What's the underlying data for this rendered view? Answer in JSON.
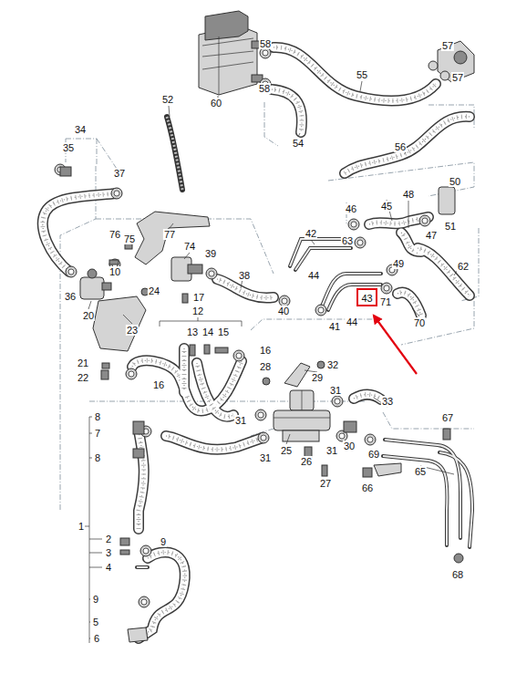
{
  "diagram": {
    "nodes": [
      {
        "text": [
          "43"
        ]
      }
    ],
    "labels": [
      "58",
      "57",
      "57",
      "55",
      "58",
      "60",
      "52",
      "54",
      "56",
      "34",
      "35",
      "37",
      "50",
      "48",
      "46",
      "45",
      "51",
      "77",
      "76",
      "75",
      "42",
      "63",
      "47",
      "74",
      "39",
      "10",
      "62",
      "49",
      "38",
      "44",
      "36",
      "24",
      "17",
      "71",
      "40",
      "44",
      "41",
      "20",
      "70",
      "12",
      "23",
      "13",
      "14",
      "15",
      "16",
      "21",
      "32",
      "28",
      "29",
      "22",
      "16",
      "31",
      "33",
      "8",
      "67",
      "31",
      "30",
      "7",
      "25",
      "31",
      "31",
      "26",
      "69",
      "8",
      "65",
      "66",
      "27",
      "1",
      "2",
      "9",
      "3",
      "4",
      "68",
      "9",
      "5",
      "6"
    ]
  }
}
